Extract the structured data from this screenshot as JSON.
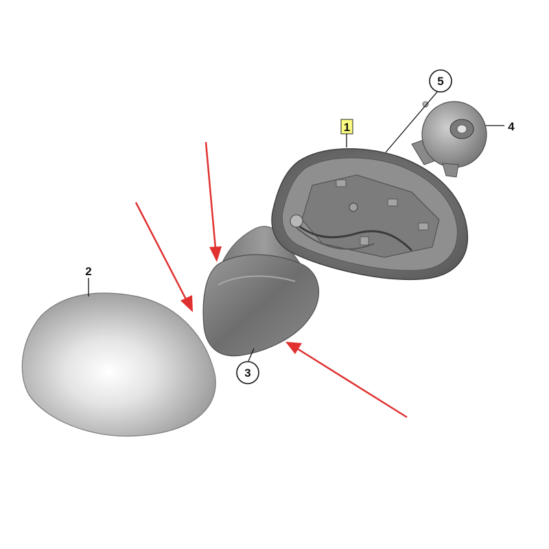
{
  "callouts": {
    "c1": "1",
    "c2": "2",
    "c3": "3",
    "c4": "4",
    "c5": "5"
  },
  "colors": {
    "arrow": "#e03030",
    "highlight": "#fbfb80",
    "ink": "#111111"
  }
}
